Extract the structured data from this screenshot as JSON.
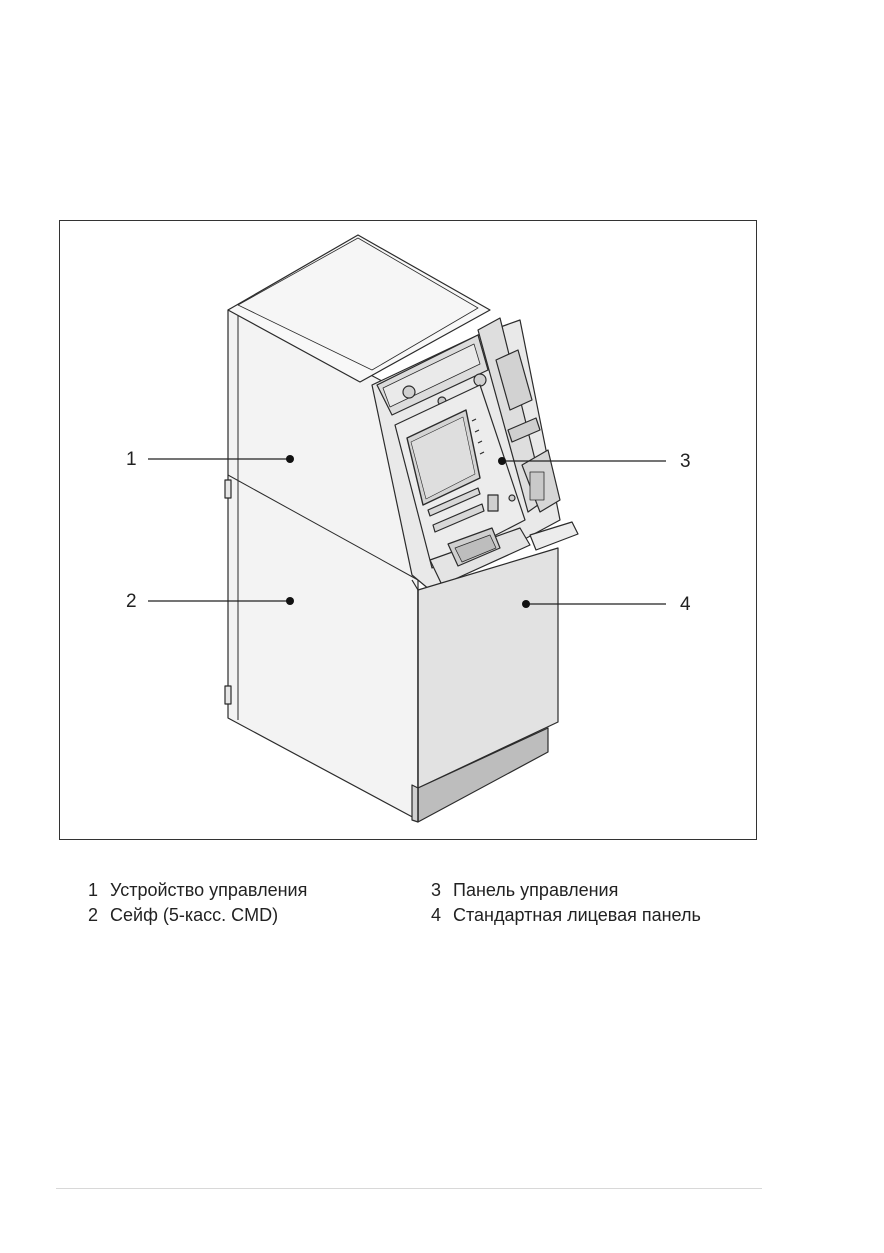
{
  "callouts": [
    {
      "id": "1",
      "label": "1"
    },
    {
      "id": "2",
      "label": "2"
    },
    {
      "id": "3",
      "label": "3"
    },
    {
      "id": "4",
      "label": "4"
    }
  ],
  "legend": [
    {
      "num": "1",
      "text": "Устройство управления"
    },
    {
      "num": "2",
      "text": "Сейф (5-касс. CMD)"
    },
    {
      "num": "3",
      "text": "Панель управления"
    },
    {
      "num": "4",
      "text": "Стандартная лицевая панель"
    }
  ],
  "colors": {
    "line": "#2b2b2b",
    "panel_light": "#f2f2f2",
    "panel_mid": "#e3e3e3",
    "panel_dark": "#cfcfcf",
    "plinth": "#bdbdbd",
    "screen": "#d6d6d6"
  }
}
